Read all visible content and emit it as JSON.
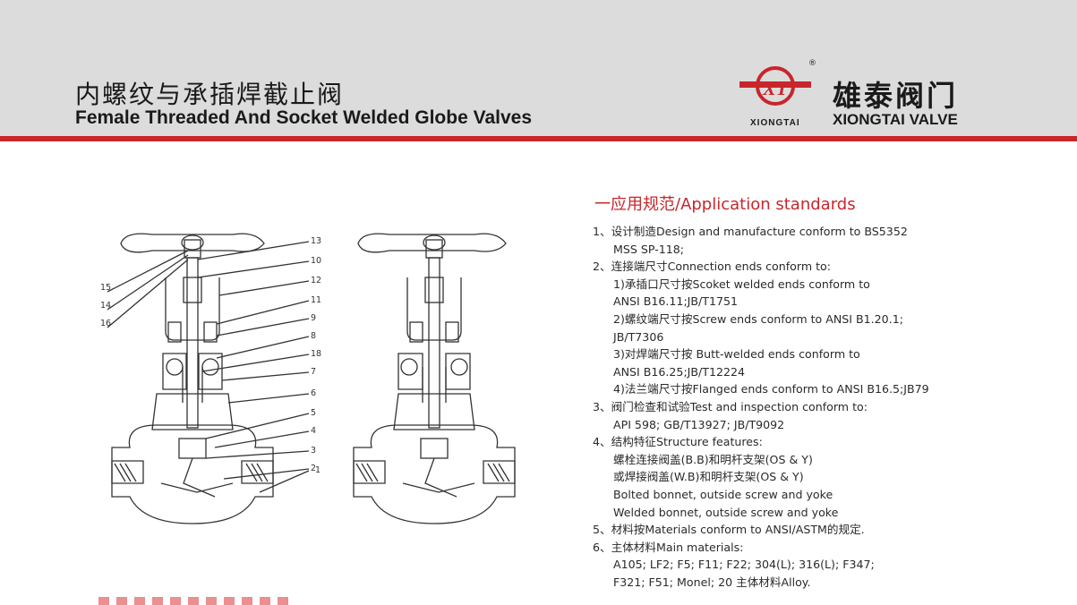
{
  "header": {
    "title_cn": "内螺纹与承插焊截止阀",
    "title_en": "Female Threaded And Socket Welded Globe Valves",
    "brand_cn": "雄泰阀门",
    "brand_small": "XIONGTAI",
    "brand_en": "XIONGTAI VALVE",
    "registered": "®",
    "logo_icon": "xt-logo-icon"
  },
  "colors": {
    "accent": "#c8262b",
    "header_bg": "#dcdcdc"
  },
  "drawing": {
    "part_numbers": [
      "13",
      "10",
      "12",
      "11",
      "9",
      "8",
      "18",
      "7",
      "6",
      "5",
      "4",
      "3",
      "2",
      "1"
    ],
    "left_labels": [
      "15",
      "14",
      "16"
    ]
  },
  "standards": {
    "heading_mark": "一",
    "heading": "应用规范/Application standards",
    "lines": [
      {
        "text": "1、设计制造Design and manufacture conform to BS5352",
        "indent": 0
      },
      {
        "text": "MSS SP-118;",
        "indent": 1
      },
      {
        "text": "2、连接端尺寸Connection ends conform to:",
        "indent": 0
      },
      {
        "text": "1)承插口尺寸按Scoket welded ends conform to",
        "indent": 1
      },
      {
        "text": "ANSI B16.11;JB/T1751",
        "indent": 1
      },
      {
        "text": "2)螺纹端尺寸按Screw ends conform to ANSI B1.20.1;",
        "indent": 1
      },
      {
        "text": "JB/T7306",
        "indent": 1
      },
      {
        "text": "3)对焊端尺寸按 Butt-welded ends conform to",
        "indent": 1
      },
      {
        "text": "ANSI B16.25;JB/T12224",
        "indent": 1
      },
      {
        "text": "4)法兰端尺寸按Flanged ends conform to ANSI B16.5;JB79",
        "indent": 1
      },
      {
        "text": "3、阀门检查和试验Test and inspection conform to:",
        "indent": 0
      },
      {
        "text": "API 598; GB/T13927; JB/T9092",
        "indent": 1
      },
      {
        "text": "4、结构特征Structure features:",
        "indent": 0
      },
      {
        "text": "螺栓连接阀盖(B.B)和明杆支架(OS & Y)",
        "indent": 1
      },
      {
        "text": "或焊接阀盖(W.B)和明杆支架(OS & Y)",
        "indent": 1
      },
      {
        "text": "Bolted bonnet, outside screw and yoke",
        "indent": 1
      },
      {
        "text": "Welded bonnet, outside screw and yoke",
        "indent": 1
      },
      {
        "text": "5、材料按Materials conform to ANSI/ASTM的规定.",
        "indent": 0
      },
      {
        "text": "6、主体材料Main materials:",
        "indent": 0
      },
      {
        "text": "A105; LF2; F5; F11; F22; 304(L); 316(L); F347;",
        "indent": 1
      },
      {
        "text": "F321; F51; Monel; 20 主体材料Alloy.",
        "indent": 1
      }
    ]
  }
}
